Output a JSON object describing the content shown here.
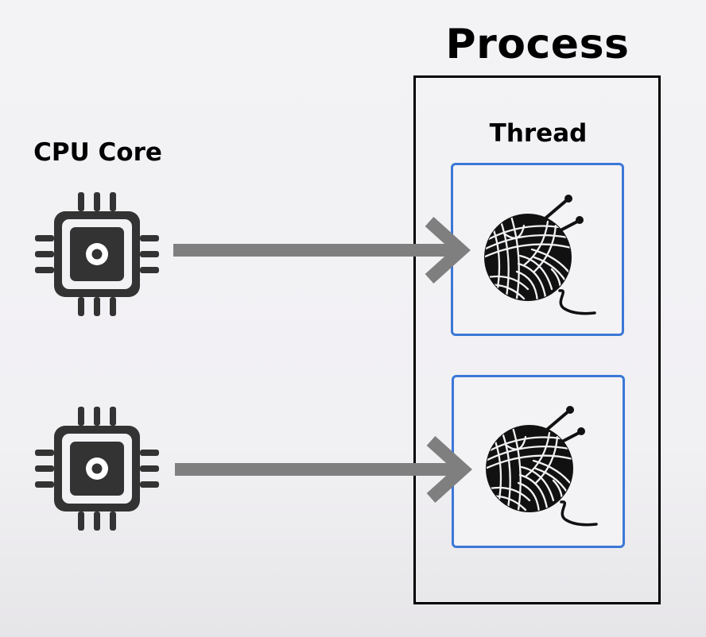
{
  "process": {
    "title": "Process"
  },
  "threads": {
    "label": "Thread",
    "count": 2
  },
  "cpu": {
    "label": "CPU Core",
    "count": 2
  },
  "colors": {
    "background": "#f2f1f4",
    "arrow": "#7f7f7f",
    "thread_border": "#3b78d8",
    "chip": "#333333",
    "outline": "#000000"
  },
  "icons": {
    "cpu": "cpu-chip-icon",
    "thread": "yarn-ball-icon"
  }
}
